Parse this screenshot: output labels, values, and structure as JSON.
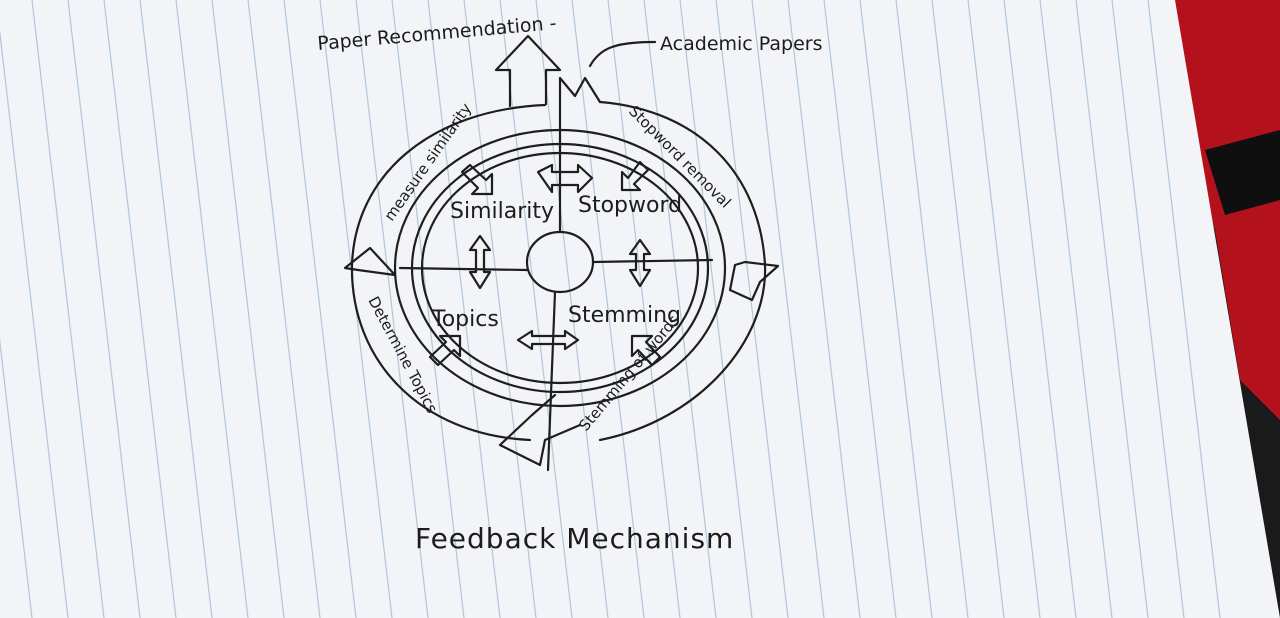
{
  "diagram": {
    "title": "Feedback Mechanism",
    "top_labels": {
      "left": "Paper Recommendation -",
      "right": "Academic Papers"
    },
    "outer_arcs": {
      "top_left": "measure similarity",
      "top_right": "Stopword removal",
      "bottom_left": "Determine Topics",
      "bottom_right": "Stemming of words"
    },
    "quadrants": {
      "top_left": "Similarity",
      "top_right": "Stopword",
      "bottom_left": "Topics",
      "bottom_right": "Stemming"
    }
  },
  "colors": {
    "paper": "#f2f4f8",
    "rule_line": "#9fb6cf",
    "ink": "#1e1e1e",
    "background_dark": "#1a1a1a",
    "background_red": "#b3121c"
  }
}
